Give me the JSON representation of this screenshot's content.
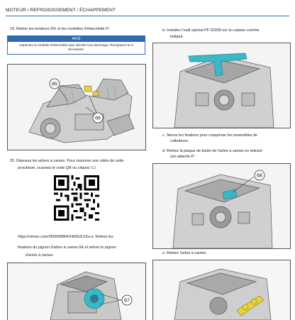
{
  "header": {
    "breadcrumb": "MOTEUR / REFROIDISSEMENT / ÉCHAPPEMENT"
  },
  "left": {
    "step19": "19. Retirer les tendeurs 6% et les rondelles d'étanchéité 6*.",
    "notice": {
      "title": "AVIS",
      "body": "Inspectez la rondelle d'étanchéité pour déceler tout dommage. Remplacez-la si nécessaire."
    },
    "fig1_callouts": [
      "65",
      "66"
    ],
    "step20_line1": "20. Déposez les arbres à cames. Pour visionner une vidéo de cette",
    "step20_line2_prefix": "procédure, scannez le code QR ou cliquez ",
    "step20_link": "ICI",
    "url_line": "https://vimeo.com/356900864/24d2b3c15a a. Retirez les",
    "url_line2": "fixations du pignon d'arbre à cames 6& et retirez le pignon",
    "url_line3": "d'arbre à cames.",
    "fig3_callouts": [
      "67"
    ]
  },
  "right": {
    "step_b_line1": "b. Installez l'outil spécial PF-52939 sur la culasse comme",
    "step_b_line2": "indiqué.",
    "step_c_line1": "c. Serrez les fixations pour comprimer les ensembles de",
    "step_c_line2": "culbuteurs.",
    "step_d_line1": "d. Retirez la plaque de butée de l'arbre à cames en retirant",
    "step_d_line2": "son attache 6*.",
    "fig5_callouts": [
      "68"
    ],
    "step_e": "e. Retirez l'arbre à cames."
  },
  "colors": {
    "accent": "#2e6bb0",
    "highlight_teal": "#39b8c8",
    "highlight_yellow": "#e6d23a"
  }
}
